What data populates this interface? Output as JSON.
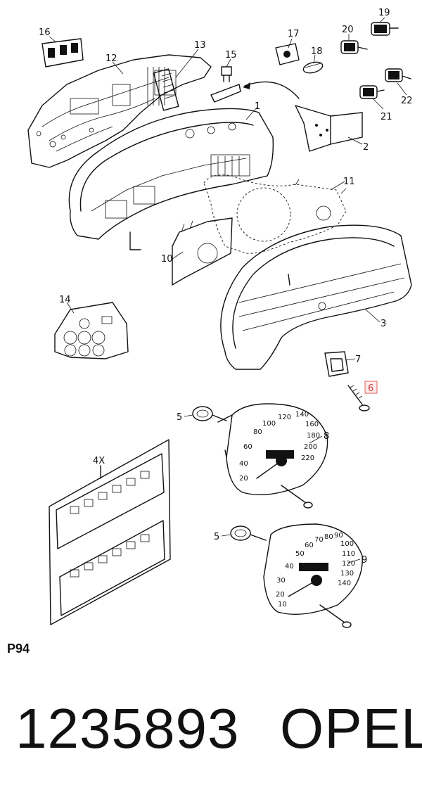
{
  "callouts": [
    "1",
    "2",
    "3",
    "4X",
    "5",
    "5",
    "6",
    "7",
    "8",
    "9",
    "10",
    "11",
    "12",
    "13",
    "14",
    "15",
    "16",
    "17",
    "18",
    "19",
    "20",
    "21",
    "22"
  ],
  "highlighted_callout": "6",
  "gauge_8_numbers": [
    "40",
    "60",
    "80",
    "100",
    "120",
    "140",
    "160",
    "180",
    "200",
    "220",
    "20"
  ],
  "gauge_9_numbers": [
    "30",
    "40",
    "50",
    "60",
    "70",
    "80",
    "90",
    "100",
    "110",
    "120",
    "130",
    "140",
    "20",
    "10"
  ],
  "section_code": "P94",
  "part_number": "1235893",
  "brand": "OPEL"
}
